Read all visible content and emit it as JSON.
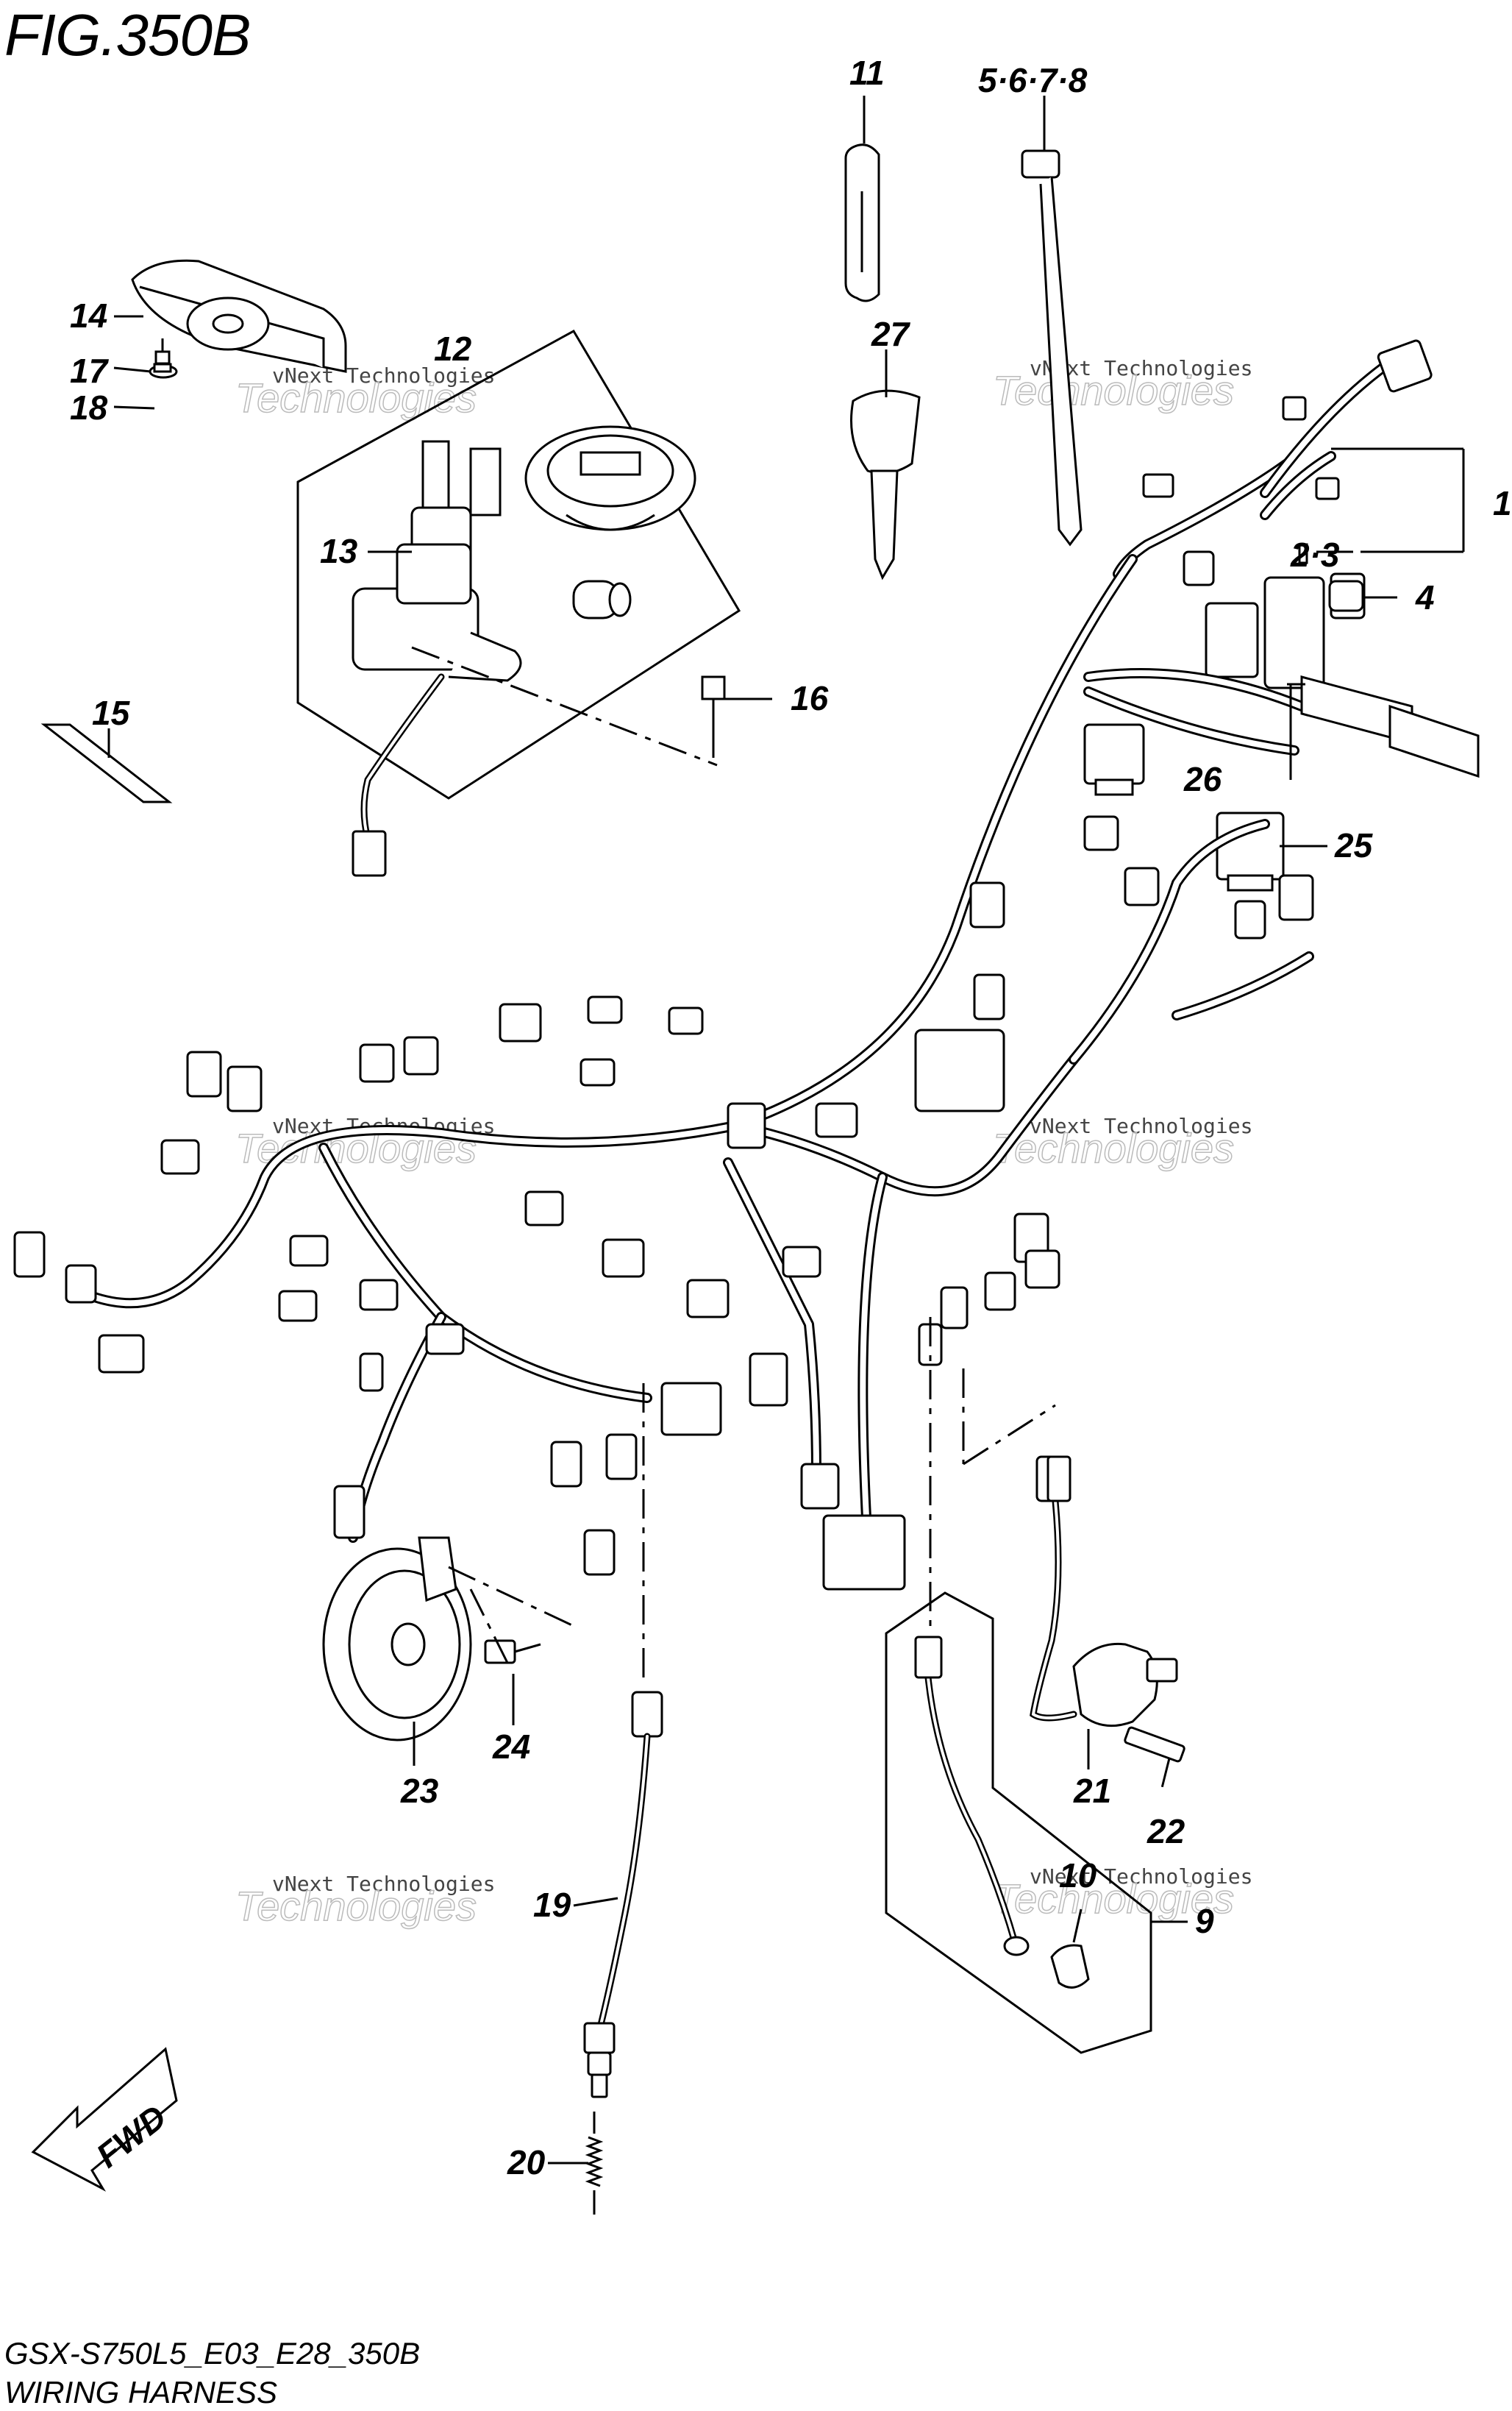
{
  "figure": {
    "title": "FIG.350B",
    "model_code": "GSX-S750L5_E03_E28_350B",
    "caption": "WIRING HARNESS",
    "direction_label": "FWD"
  },
  "watermark": {
    "line1": "vNext Technologies",
    "line2": "Technologies",
    "line3": "vNext"
  },
  "callouts": [
    {
      "id": "c1",
      "text": "1"
    },
    {
      "id": "c2",
      "text": "2"
    },
    {
      "id": "c3",
      "text": "3"
    },
    {
      "id": "c4",
      "text": "4"
    },
    {
      "id": "c5",
      "text": "5"
    },
    {
      "id": "c6",
      "text": "6"
    },
    {
      "id": "c7",
      "text": "7"
    },
    {
      "id": "c8",
      "text": "8"
    },
    {
      "id": "c9",
      "text": "9"
    },
    {
      "id": "c10",
      "text": "10"
    },
    {
      "id": "c11",
      "text": "11"
    },
    {
      "id": "c12",
      "text": "12"
    },
    {
      "id": "c13",
      "text": "13"
    },
    {
      "id": "c14",
      "text": "14"
    },
    {
      "id": "c15",
      "text": "15"
    },
    {
      "id": "c16",
      "text": "16"
    },
    {
      "id": "c17",
      "text": "17"
    },
    {
      "id": "c18",
      "text": "18"
    },
    {
      "id": "c19",
      "text": "19"
    },
    {
      "id": "c20",
      "text": "20"
    },
    {
      "id": "c21",
      "text": "21"
    },
    {
      "id": "c22",
      "text": "22"
    },
    {
      "id": "c23",
      "text": "23"
    },
    {
      "id": "c24",
      "text": "24"
    },
    {
      "id": "c25",
      "text": "25"
    },
    {
      "id": "c26",
      "text": "26"
    },
    {
      "id": "c27",
      "text": "27"
    }
  ],
  "callout_groups": {
    "c2_3": "2·3",
    "c5_8": "5·6·7·8"
  }
}
